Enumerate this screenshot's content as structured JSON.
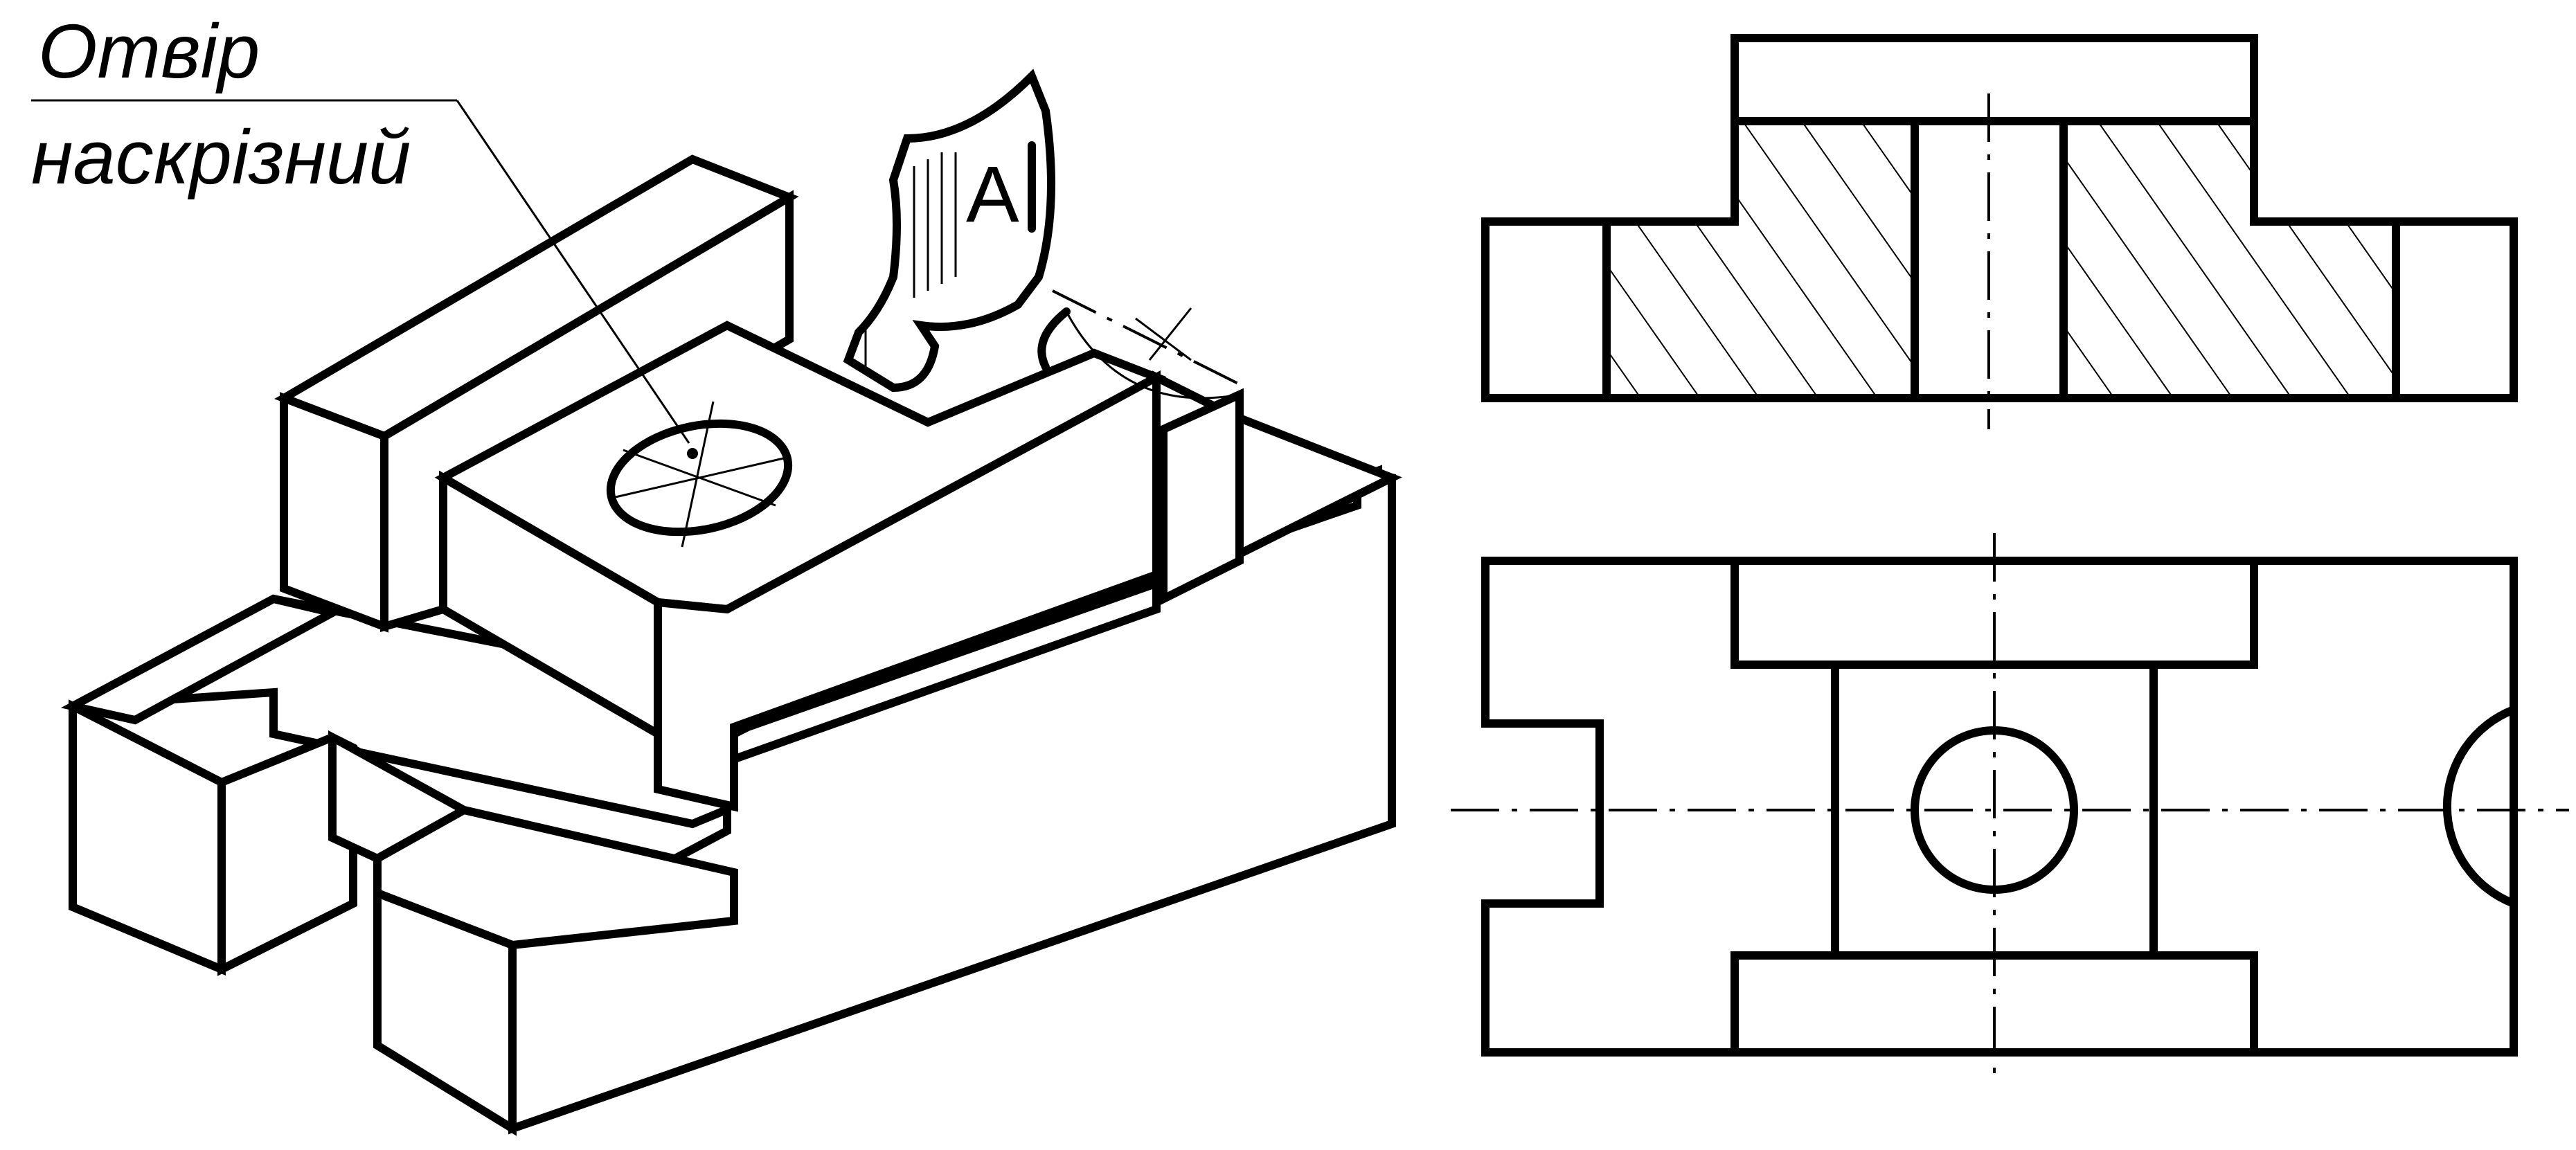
{
  "callout": {
    "line1": "Отвір",
    "line2": "наскрізний"
  },
  "section_plane": {
    "letter": "A"
  },
  "colors": {
    "ink": "#000000",
    "paper": "#ffffff"
  }
}
